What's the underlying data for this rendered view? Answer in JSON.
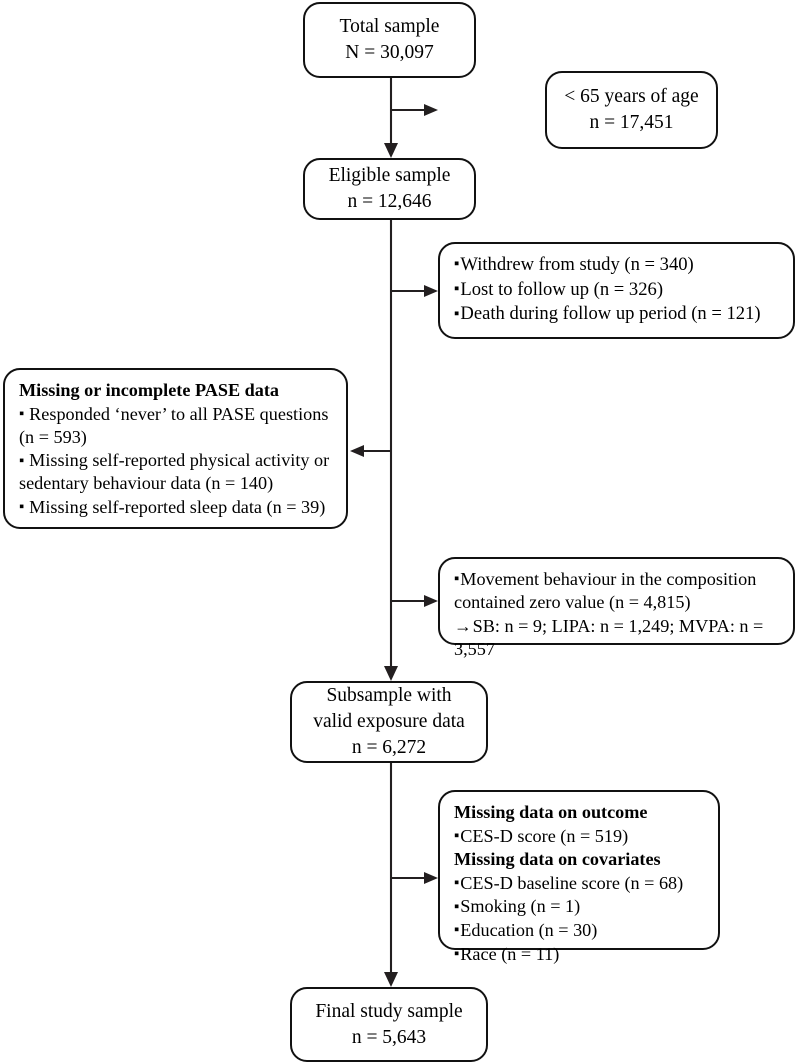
{
  "diagram": {
    "type": "flowchart",
    "title": "Participant flow diagram",
    "accent_color": "#231f20",
    "box_border_color": "#111111",
    "background_color": "#ffffff"
  },
  "nodes": {
    "total_sample": {
      "line1": "Total sample",
      "line2": "N = 30,097"
    },
    "excluded_age": {
      "line1": "< 65 years of age",
      "line2": "n = 17,451"
    },
    "eligible_sample": {
      "line1": "Eligible sample",
      "line2": "n = 12,646"
    },
    "attrition": {
      "items": [
        "Withdrew from study (n = 340)",
        "Lost to follow up (n = 326)",
        "Death during follow up period (n = 121)"
      ]
    },
    "missing_pase": {
      "header": "Missing or incomplete PASE data",
      "items": [
        "Responded ‘never’ to all PASE questions (n = 593)",
        "Missing self-reported physical activity or sedentary behaviour data (n = 140)",
        "Missing self-reported sleep data (n = 39)"
      ]
    },
    "zero_value": {
      "item": "Movement behaviour in the composition contained zero value (n = 4,815)",
      "detail": "SB: n = 9; LIPA: n = 1,249; MVPA: n = 3,557"
    },
    "subsample": {
      "line1": "Subsample with",
      "line2": "valid exposure data",
      "line3": "n = 6,272"
    },
    "missing_outcome": {
      "header_outcome": "Missing data on outcome",
      "items_outcome": [
        "CES-D score (n = 519)"
      ],
      "header_covariates": "Missing data on covariates",
      "items_covariates": [
        "CES-D baseline score (n = 68)",
        "Smoking (n = 1)",
        "Education (n = 30)",
        "Race (n = 11)"
      ]
    },
    "final_sample": {
      "line1": "Final study sample",
      "line2": "n = 5,643"
    }
  }
}
